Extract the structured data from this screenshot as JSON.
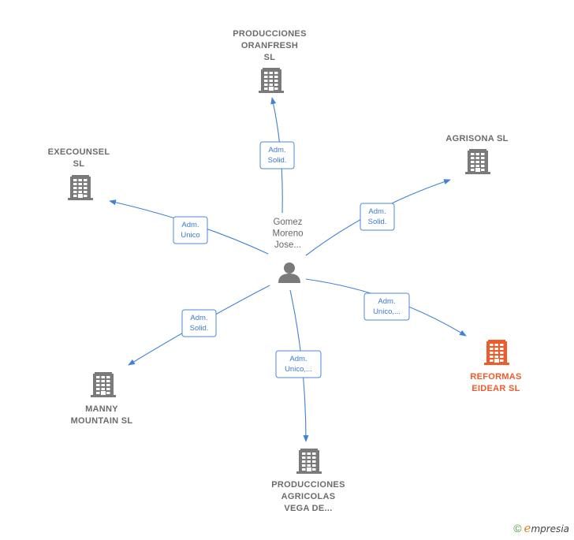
{
  "colors": {
    "edge": "#3f82d6",
    "building": "#7a7a7a",
    "highlight": "#f15a29",
    "person": "#7a7a7a"
  },
  "person": {
    "lines": [
      "Gomez",
      "Moreno",
      "Jose..."
    ],
    "icon": "person-icon"
  },
  "companies": [
    {
      "id": "producciones-oranfresh",
      "lines": [
        "PRODUCCIONES",
        "ORANFRESH",
        "SL"
      ],
      "highlight": false,
      "icon": "building-icon"
    },
    {
      "id": "agrisona",
      "lines": [
        "AGRISONA  SL"
      ],
      "highlight": false,
      "icon": "building-icon"
    },
    {
      "id": "execounsel",
      "lines": [
        "EXECOUNSEL",
        "SL"
      ],
      "highlight": false,
      "icon": "building-icon"
    },
    {
      "id": "reformas-eidear",
      "lines": [
        "REFORMAS",
        "EIDEAR  SL"
      ],
      "highlight": true,
      "icon": "building-icon"
    },
    {
      "id": "manny-mountain",
      "lines": [
        "MANNY",
        "MOUNTAIN  SL"
      ],
      "highlight": false,
      "icon": "building-icon"
    },
    {
      "id": "producciones-agricolas",
      "lines": [
        "PRODUCCIONES",
        "AGRICOLAS",
        "VEGA DE..."
      ],
      "highlight": false,
      "icon": "building-icon"
    }
  ],
  "relations": [
    {
      "target": "producciones-oranfresh",
      "lines": [
        "Adm.",
        "Solid."
      ]
    },
    {
      "target": "agrisona",
      "lines": [
        "Adm.",
        "Solid."
      ]
    },
    {
      "target": "execounsel",
      "lines": [
        "Adm.",
        "Unico"
      ]
    },
    {
      "target": "reformas-eidear",
      "lines": [
        "Adm.",
        "Unico,..."
      ]
    },
    {
      "target": "manny-mountain",
      "lines": [
        "Adm.",
        "Solid."
      ]
    },
    {
      "target": "producciones-agricolas",
      "lines": [
        "Adm.",
        "Unico,..."
      ]
    }
  ],
  "footer": {
    "copyright": "©",
    "brand_initial": "e",
    "brand_rest": "mpresia"
  }
}
